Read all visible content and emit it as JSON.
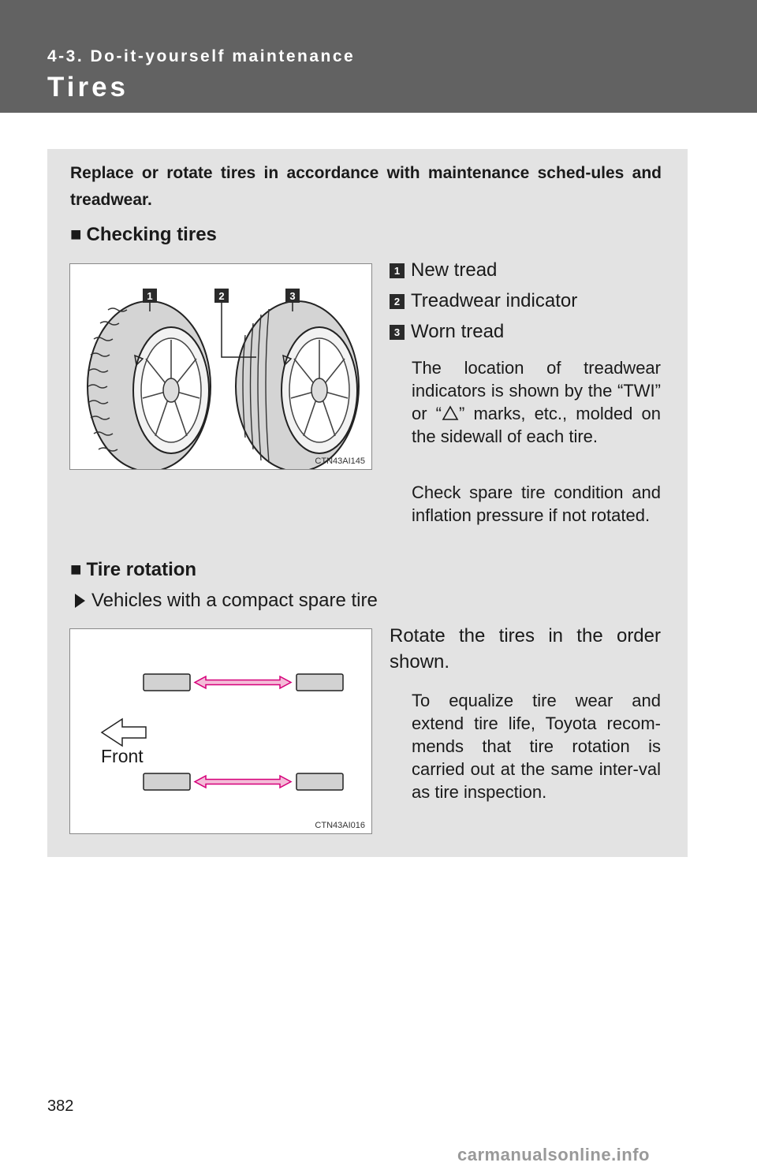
{
  "header": {
    "section_label": "4-3. Do-it-yourself maintenance",
    "title": "Tires",
    "background_color": "#626262"
  },
  "intro": "Replace or rotate tires in accordance with maintenance sched-ules and treadwear.",
  "checking_tires": {
    "heading_marker": "■",
    "heading": "Checking tires",
    "figure_code": "CTN43AI145",
    "callouts": [
      "1",
      "2",
      "3"
    ],
    "legend": [
      {
        "num": "1",
        "label": "New tread"
      },
      {
        "num": "2",
        "label": "Treadwear indicator"
      },
      {
        "num": "3",
        "label": "Worn tread"
      }
    ],
    "note1": {
      "before": "The location of treadwear indicators is shown by the “TWI” or “",
      "icon": "triangle-outline-icon",
      "after": "” marks, etc., molded on the sidewall of each tire."
    },
    "note2": "Check spare tire condition and inflation pressure if not rotated."
  },
  "tire_rotation": {
    "heading_marker": "■",
    "heading": "Tire rotation",
    "sub_item": "Vehicles with a compact spare tire",
    "figure_code": "CTN43AI016",
    "front_label": "Front",
    "instruction": "Rotate the tires in the order shown.",
    "note": "To equalize tire wear and extend tire life, Toyota recom-mends that tire rotation is carried out at the same inter-val as tire inspection.",
    "arrow_color": "#d6007a",
    "arrow_fill": "#f4bcd8"
  },
  "page_number": "382",
  "watermark": "carmanualsonline.info"
}
